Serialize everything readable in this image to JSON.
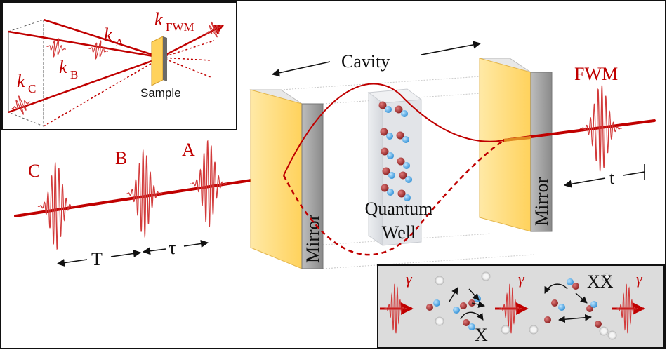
{
  "pulses": {
    "a": "A",
    "b": "B",
    "c": "C",
    "fwm": "FWM"
  },
  "cavity": {
    "label": "Cavity"
  },
  "mirrors": {
    "left": "Mirror",
    "right": "Mirror"
  },
  "quantum_well": {
    "line1": "Quantum",
    "line2": "Well"
  },
  "delays": {
    "t_cap": "T",
    "tau": "τ",
    "t_small": "t"
  },
  "inset_geometry": {
    "k_a": "k",
    "k_a_sub": "A",
    "k_b": "k",
    "k_b_sub": "B",
    "k_c": "k",
    "k_c_sub": "C",
    "k_fwm": "k",
    "k_fwm_sub": "FWM",
    "sample": "Sample"
  },
  "inset_processes": {
    "gamma": "γ",
    "exciton": "X",
    "biexciton": "XX"
  },
  "colors": {
    "beam": "#c00000",
    "pulse": "#d23a3a",
    "mirror_face": "#ffd86b",
    "mirror_side": "#9e9e9e",
    "qw_fill": "#e4e6ea",
    "electron": "#9e2a2a",
    "hole": "#4aa3e0",
    "inset_bg": "#dcdcdc"
  }
}
